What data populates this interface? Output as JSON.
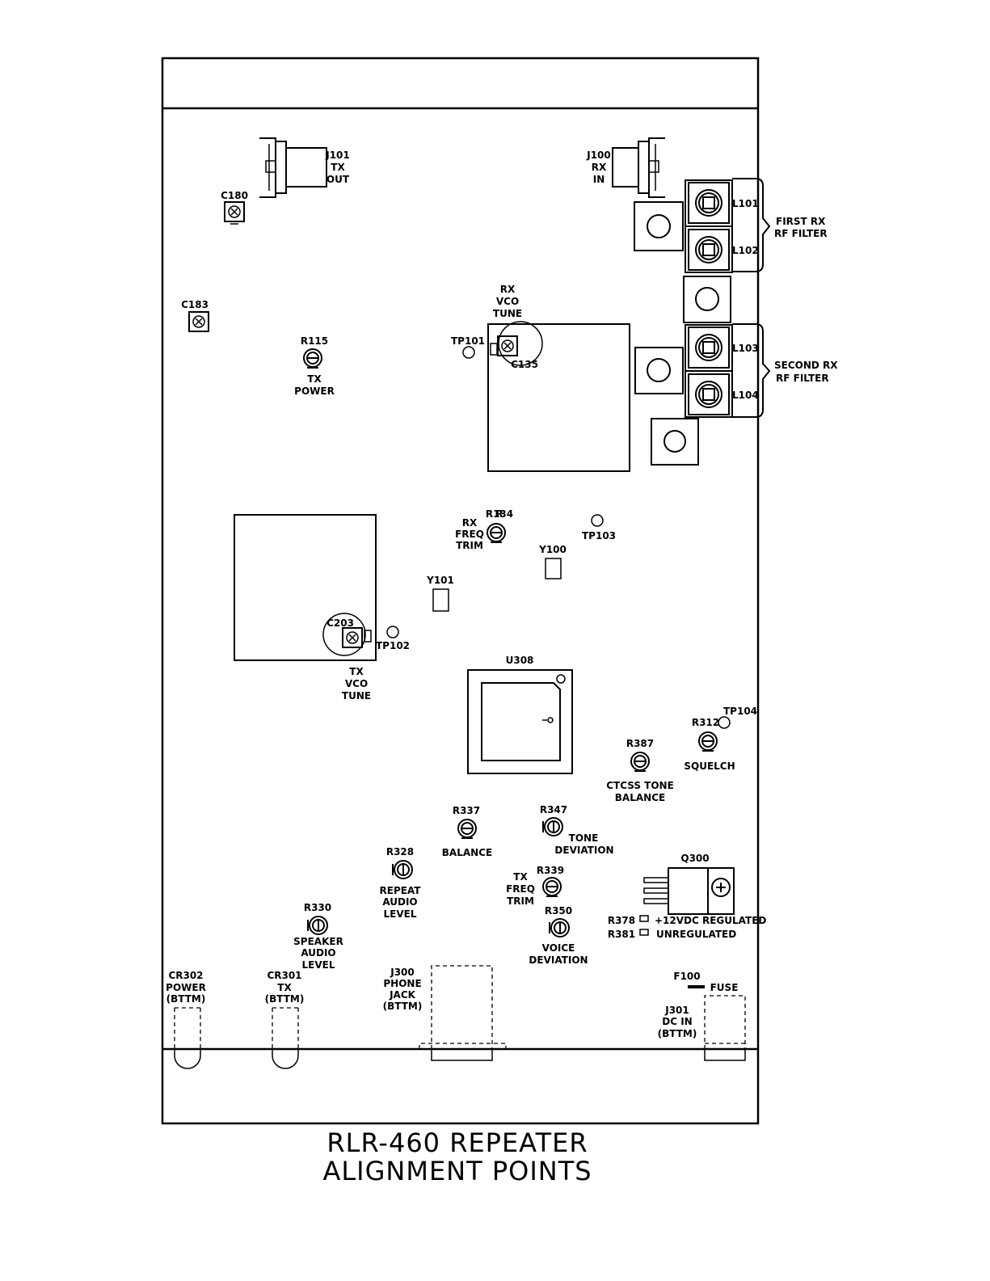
{
  "title_line1": "RLR-460 REPEATER",
  "title_line2": "ALIGNMENT POINTS",
  "connectors": {
    "j101": [
      "J101",
      "TX",
      "OUT"
    ],
    "j100": [
      "J100",
      "RX",
      "IN"
    ],
    "j300": [
      "J300",
      "PHONE",
      "JACK",
      "(BTTM)"
    ],
    "j301": [
      "J301",
      "DC IN",
      "(BTTM)"
    ]
  },
  "filters": {
    "first": [
      "FIRST RX",
      "RF FILTER"
    ],
    "second": [
      "SECOND RX",
      "RF FILTER"
    ],
    "coils": [
      "L101",
      "L102",
      "L103",
      "L104"
    ]
  },
  "parts": {
    "c180": "C180",
    "c183": "C183",
    "r115": [
      "R115",
      "TX",
      "POWER"
    ],
    "rx_vco": [
      "RX",
      "VCO",
      "TUNE"
    ],
    "tp101": "TP101",
    "c135": "C135",
    "r134": "R134",
    "rx_freq_trim": [
      "RX",
      "FREQ",
      "TRIM"
    ],
    "tp103": "TP103",
    "y100": "Y100",
    "y101": "Y101",
    "c203": "C203",
    "tp102": "TP102",
    "tx_vco": [
      "TX",
      "VCO",
      "TUNE"
    ],
    "u308": "U308",
    "tp104": "TP104",
    "r312": [
      "R312",
      "SQUELCH"
    ],
    "r387": [
      "R387",
      "CTCSS TONE",
      "BALANCE"
    ],
    "r337": [
      "R337",
      "BALANCE"
    ],
    "r347": [
      "R347",
      "TONE",
      "DEVIATION"
    ],
    "r328": [
      "R328",
      "REPEAT",
      "AUDIO",
      "LEVEL"
    ],
    "r339": "R339",
    "tx_freq_trim": [
      "TX",
      "FREQ",
      "TRIM"
    ],
    "r350": [
      "R350",
      "VOICE",
      "DEVIATION"
    ],
    "q300": "Q300",
    "r378": [
      "R378",
      "+12VDC  REGULATED"
    ],
    "r381": [
      "R381",
      "UNREGULATED"
    ],
    "r330": [
      "R330",
      "SPEAKER",
      "AUDIO",
      "LEVEL"
    ],
    "cr302": [
      "CR302",
      "POWER",
      "(BTTM)"
    ],
    "cr301": [
      "CR301",
      "TX",
      "(BTTM)"
    ],
    "f100": [
      "F100",
      "FUSE"
    ]
  }
}
